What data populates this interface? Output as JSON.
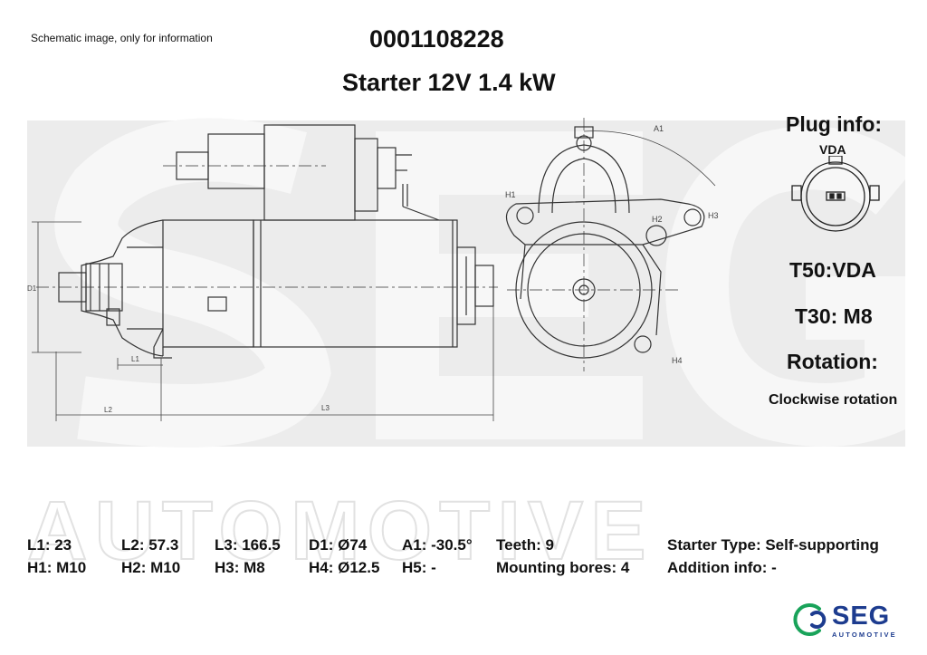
{
  "header": {
    "disclaimer": "Schematic image, only for information",
    "part_number": "0001108228",
    "title": "Starter 12V 1.4 kW"
  },
  "watermark": {
    "brand": "SEG",
    "tagline": "AUTOMOTIVE"
  },
  "drawing_labels": {
    "d1": "D1",
    "l1": "L1",
    "l2": "L2",
    "l3": "L3",
    "a1": "A1",
    "h1": "H1",
    "h2": "H2",
    "h3": "H3",
    "h4": "H4"
  },
  "plug": {
    "title": "Plug info:",
    "type": "VDA"
  },
  "terminals": {
    "t50": "T50:VDA",
    "t30": "T30: M8"
  },
  "rotation": {
    "title": "Rotation:",
    "value": "Clockwise rotation"
  },
  "specs": {
    "row1": {
      "l1": "L1: 23",
      "l2": "L2: 57.3",
      "l3": "L3: 166.5",
      "d1": "D1: Ø74",
      "a1": "A1: -30.5°",
      "teeth": "Teeth: 9",
      "starter_type": "Starter Type:  Self-supporting"
    },
    "row2": {
      "h1": "H1: M10",
      "h2": "H2: M10",
      "h3": "H3: M8",
      "h4": "H4: Ø12.5",
      "h5": "H5: -",
      "mounting": "Mounting bores: 4",
      "addition": "Addition info: -"
    }
  },
  "logo": {
    "name": "SEG",
    "sub": "AUTOMOTIVE",
    "colors": {
      "blue": "#1d3c8f",
      "green": "#19a35a"
    }
  }
}
